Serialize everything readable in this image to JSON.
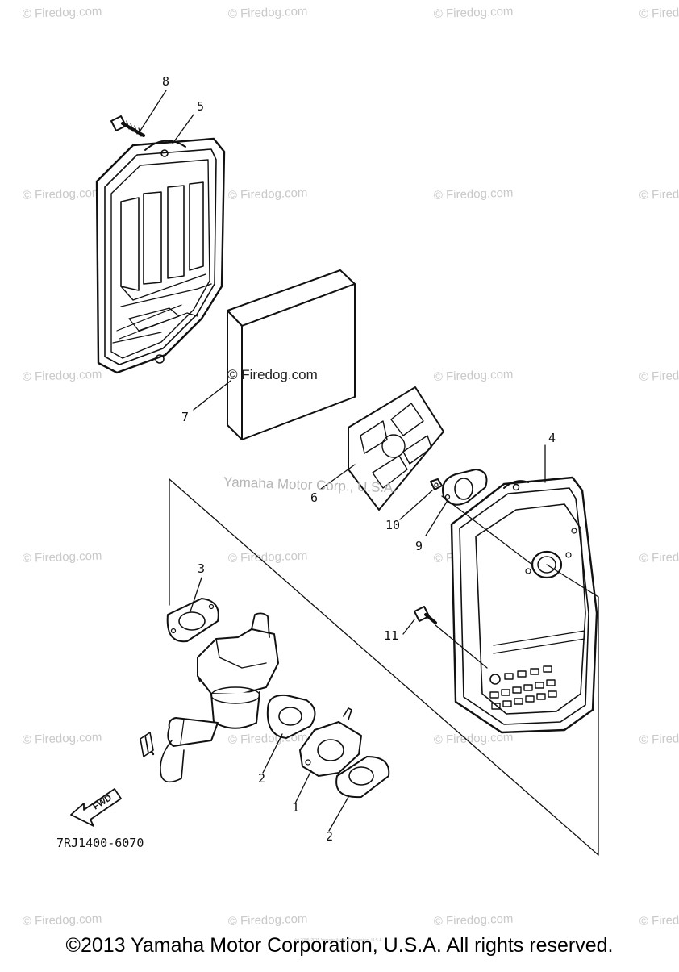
{
  "diagram": {
    "part_code": "7RJ1400-6070",
    "fwd_label": "FWD",
    "center_watermark": "Yamaha Motor Corp., U.S.A.",
    "inline_watermark": "© Firedog.com",
    "tile_watermark": "© Firedog.com",
    "callouts": {
      "c1": "1",
      "c2a": "2",
      "c2b": "2",
      "c3": "3",
      "c4": "4",
      "c5": "5",
      "c6": "6",
      "c7": "7",
      "c8": "8",
      "c9": "9",
      "c10": "10",
      "c11": "11"
    }
  },
  "footer": {
    "copyright": "©2013 Yamaha Motor Corporation, U.S.A. All rights reserved.",
    "tiny_credit": "(c) 2005-2015 Yamaha Motor Corporation, U.S.A."
  }
}
